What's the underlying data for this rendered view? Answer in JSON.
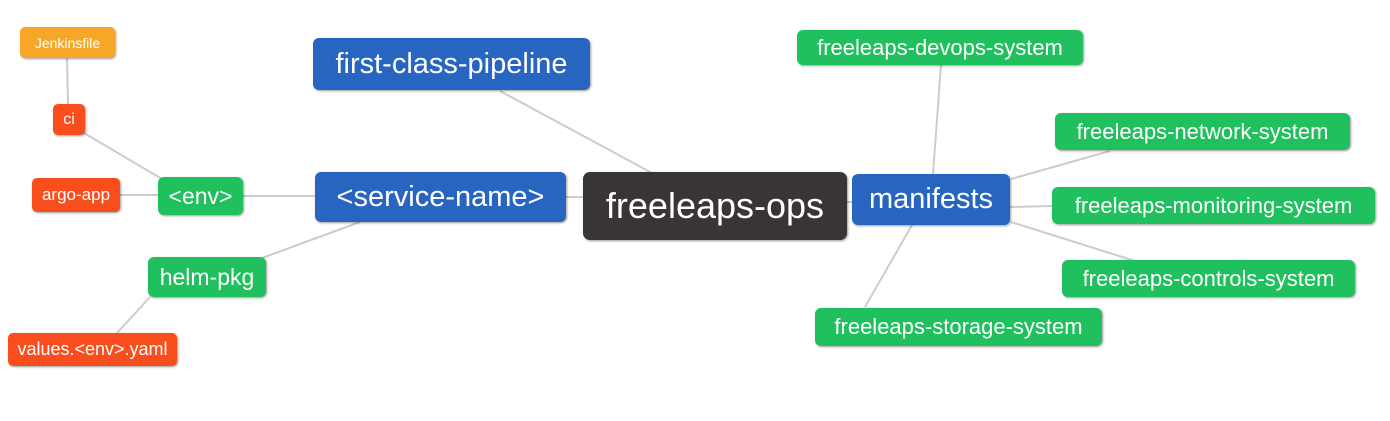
{
  "diagram": {
    "type": "mindmap",
    "background": "#ffffff",
    "edge_color": "#cccccc",
    "colors": {
      "root": "#3a3535",
      "primary_branch": "#2765c0",
      "secondary_branch": "#21c05f",
      "file_node": "#f7a727",
      "leaf_node": "#f84e1e",
      "text": "#ffffff"
    },
    "nodes": {
      "freeleaps_ops": {
        "label": "freeleaps-ops",
        "color": "#3a3535"
      },
      "first_class_pipeline": {
        "label": "first-class-pipeline",
        "color": "#2765c0"
      },
      "service_name": {
        "label": "<service-name>",
        "color": "#2765c0"
      },
      "manifests": {
        "label": "manifests",
        "color": "#2765c0"
      },
      "env": {
        "label": "<env>",
        "color": "#21c05f"
      },
      "helm_pkg": {
        "label": "helm-pkg",
        "color": "#21c05f"
      },
      "jenkinsfile": {
        "label": "Jenkinsfile",
        "color": "#f7a727"
      },
      "ci": {
        "label": "ci",
        "color": "#f84e1e"
      },
      "argo_app": {
        "label": "argo-app",
        "color": "#f84e1e"
      },
      "values_env_yaml": {
        "label": "values.<env>.yaml",
        "color": "#f84e1e"
      },
      "devops_system": {
        "label": "freeleaps-devops-system",
        "color": "#21c05f"
      },
      "network_system": {
        "label": "freeleaps-network-system",
        "color": "#21c05f"
      },
      "monitoring_system": {
        "label": "freeleaps-monitoring-system",
        "color": "#21c05f"
      },
      "controls_system": {
        "label": "freeleaps-controls-system",
        "color": "#21c05f"
      },
      "storage_system": {
        "label": "freeleaps-storage-system",
        "color": "#21c05f"
      }
    },
    "edges": [
      {
        "from": "jenkinsfile",
        "to": "ci"
      },
      {
        "from": "ci",
        "to": "env"
      },
      {
        "from": "argo_app",
        "to": "env"
      },
      {
        "from": "env",
        "to": "service_name"
      },
      {
        "from": "helm_pkg",
        "to": "service_name"
      },
      {
        "from": "values_env_yaml",
        "to": "helm_pkg"
      },
      {
        "from": "first_class_pipeline",
        "to": "freeleaps_ops"
      },
      {
        "from": "service_name",
        "to": "freeleaps_ops"
      },
      {
        "from": "freeleaps_ops",
        "to": "manifests"
      },
      {
        "from": "manifests",
        "to": "devops_system"
      },
      {
        "from": "manifests",
        "to": "network_system"
      },
      {
        "from": "manifests",
        "to": "monitoring_system"
      },
      {
        "from": "manifests",
        "to": "controls_system"
      },
      {
        "from": "manifests",
        "to": "storage_system"
      }
    ]
  }
}
